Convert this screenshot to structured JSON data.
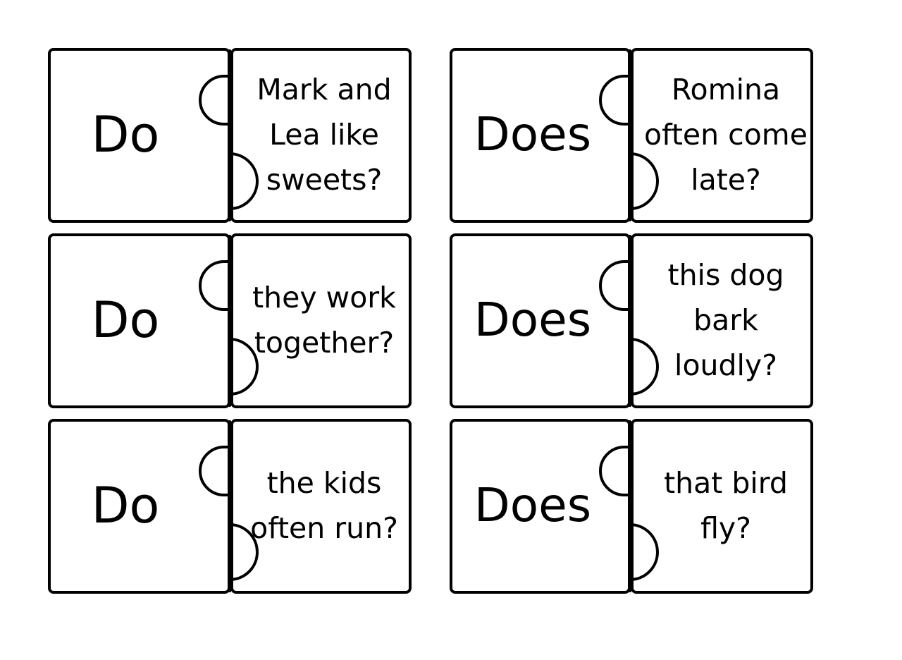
{
  "cards": [
    {
      "verb": "Do",
      "lines": [
        "Mark and",
        "Lea like",
        "sweets?"
      ]
    },
    {
      "verb": "Does",
      "lines": [
        "Romina",
        "often come",
        "late?"
      ]
    },
    {
      "verb": "Do",
      "lines": [
        "they work",
        "together?"
      ]
    },
    {
      "verb": "Does",
      "lines": [
        "this dog",
        "bark",
        "loudly?"
      ]
    },
    {
      "verb": "Do",
      "lines": [
        "the kids",
        "often run?"
      ]
    },
    {
      "verb": "Does",
      "lines": [
        "that bird",
        "fly?"
      ]
    }
  ]
}
